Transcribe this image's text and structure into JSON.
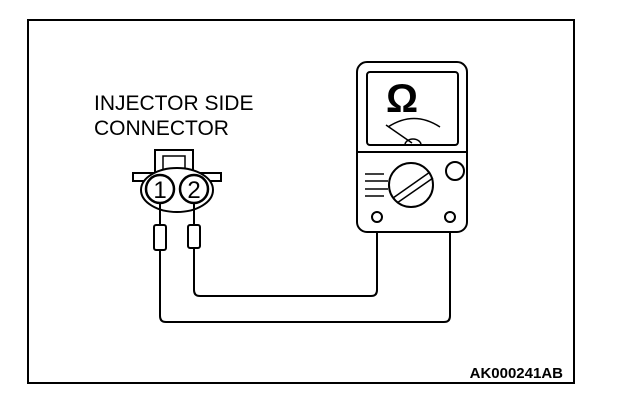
{
  "title_lines": [
    "INJECTOR SIDE",
    "CONNECTOR"
  ],
  "pins": [
    "1",
    "2"
  ],
  "meter_symbol": "Ω",
  "figure_id": "AK000241AB",
  "colors": {
    "ink": "#000000",
    "background": "#ffffff"
  }
}
